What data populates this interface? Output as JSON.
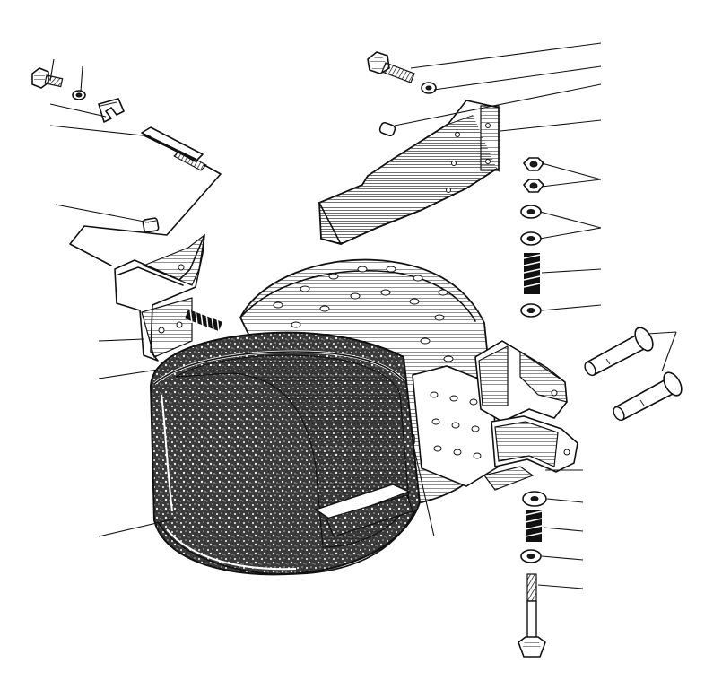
{
  "diagram": {
    "style": "exploded-view line drawing",
    "ink_color": "#111111",
    "background": "#ffffff",
    "parts": [
      "bolt-top-left",
      "spring-washer-top-left",
      "lock-plate",
      "adjusting-screw",
      "set-screw",
      "bracket-left",
      "spring-left",
      "brake-band-outer",
      "brake-band-inner",
      "bolt-top-right",
      "spring-washer-top-right",
      "pin",
      "actuator-lever",
      "nut-1",
      "nut-2",
      "washer-1",
      "washer-2",
      "spring-right",
      "washer-3",
      "band-bracket-right",
      "pivot-pin-1",
      "pivot-pin-2",
      "washer-lower",
      "spring-lower",
      "washer-lower-2",
      "long-bolt"
    ],
    "callout_count": 24
  }
}
